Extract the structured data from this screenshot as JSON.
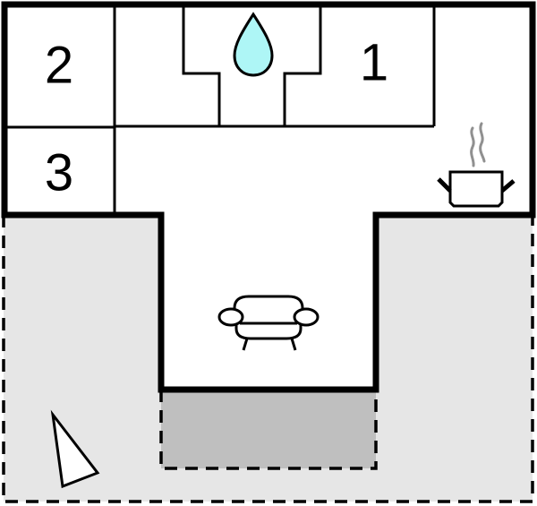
{
  "floorplan": {
    "rooms": [
      {
        "id": "bedroom-1",
        "label": "1"
      },
      {
        "id": "bedroom-2",
        "label": "2"
      },
      {
        "id": "bedroom-3",
        "label": "3"
      }
    ],
    "icons": {
      "bathroom": "water-drop-icon",
      "kitchen": "cooking-pot-icon",
      "living_room": "armchair-icon",
      "north_arrow": "north-arrow-icon"
    },
    "colors": {
      "wall": "#000000",
      "interior": "#ffffff",
      "terrace": "#e6e6e6",
      "covered_terrace": "#bfbfbf",
      "water_drop": "#aef6f6",
      "steam": "#909090"
    }
  }
}
